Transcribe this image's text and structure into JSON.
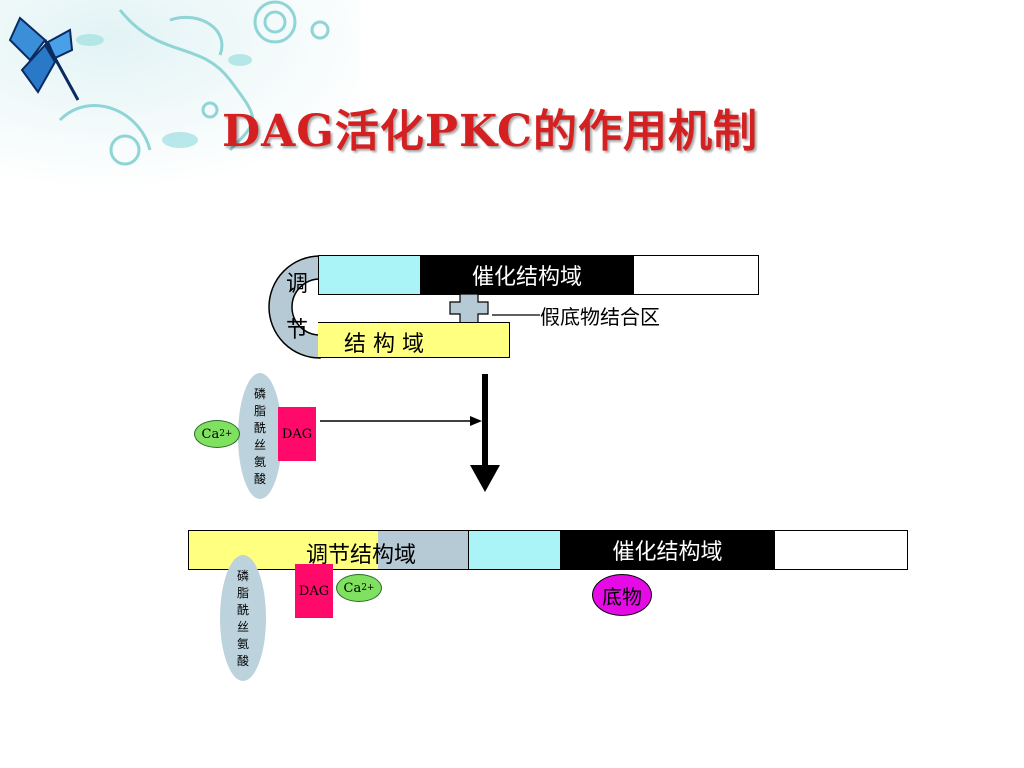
{
  "title": "DAG活化PKC的作用机制",
  "top_diagram": {
    "regulatory_bend_chars": [
      "调",
      "节"
    ],
    "catalytic_domain": "催化结构域",
    "structure_domain": "结 构 域",
    "pseudosubstrate_label": "假底物结合区"
  },
  "membrane_top": {
    "ps_chars": [
      "磷",
      "脂",
      "酰",
      "丝",
      "氨",
      "酸"
    ],
    "dag": "DAG",
    "ca": "Ca",
    "ca_sup": "2+"
  },
  "bottom_diagram": {
    "regulatory_domain": "调节结构域",
    "catalytic_domain": "催化结构域",
    "substrate": "底物",
    "ps_chars": [
      "磷",
      "脂",
      "酰",
      "丝",
      "氨",
      "酸"
    ],
    "dag": "DAG",
    "ca": "Ca",
    "ca_sup": "2+"
  },
  "colors": {
    "title": "#d42020",
    "cyan": "#aaf3f6",
    "yellow": "#ffff80",
    "black": "#000000",
    "hinge": "#b6cad6",
    "dag": "#ff0a6a",
    "ca": "#80e060",
    "substrate": "#e60ae6",
    "ps_ellipse": "#bcd2dc"
  }
}
